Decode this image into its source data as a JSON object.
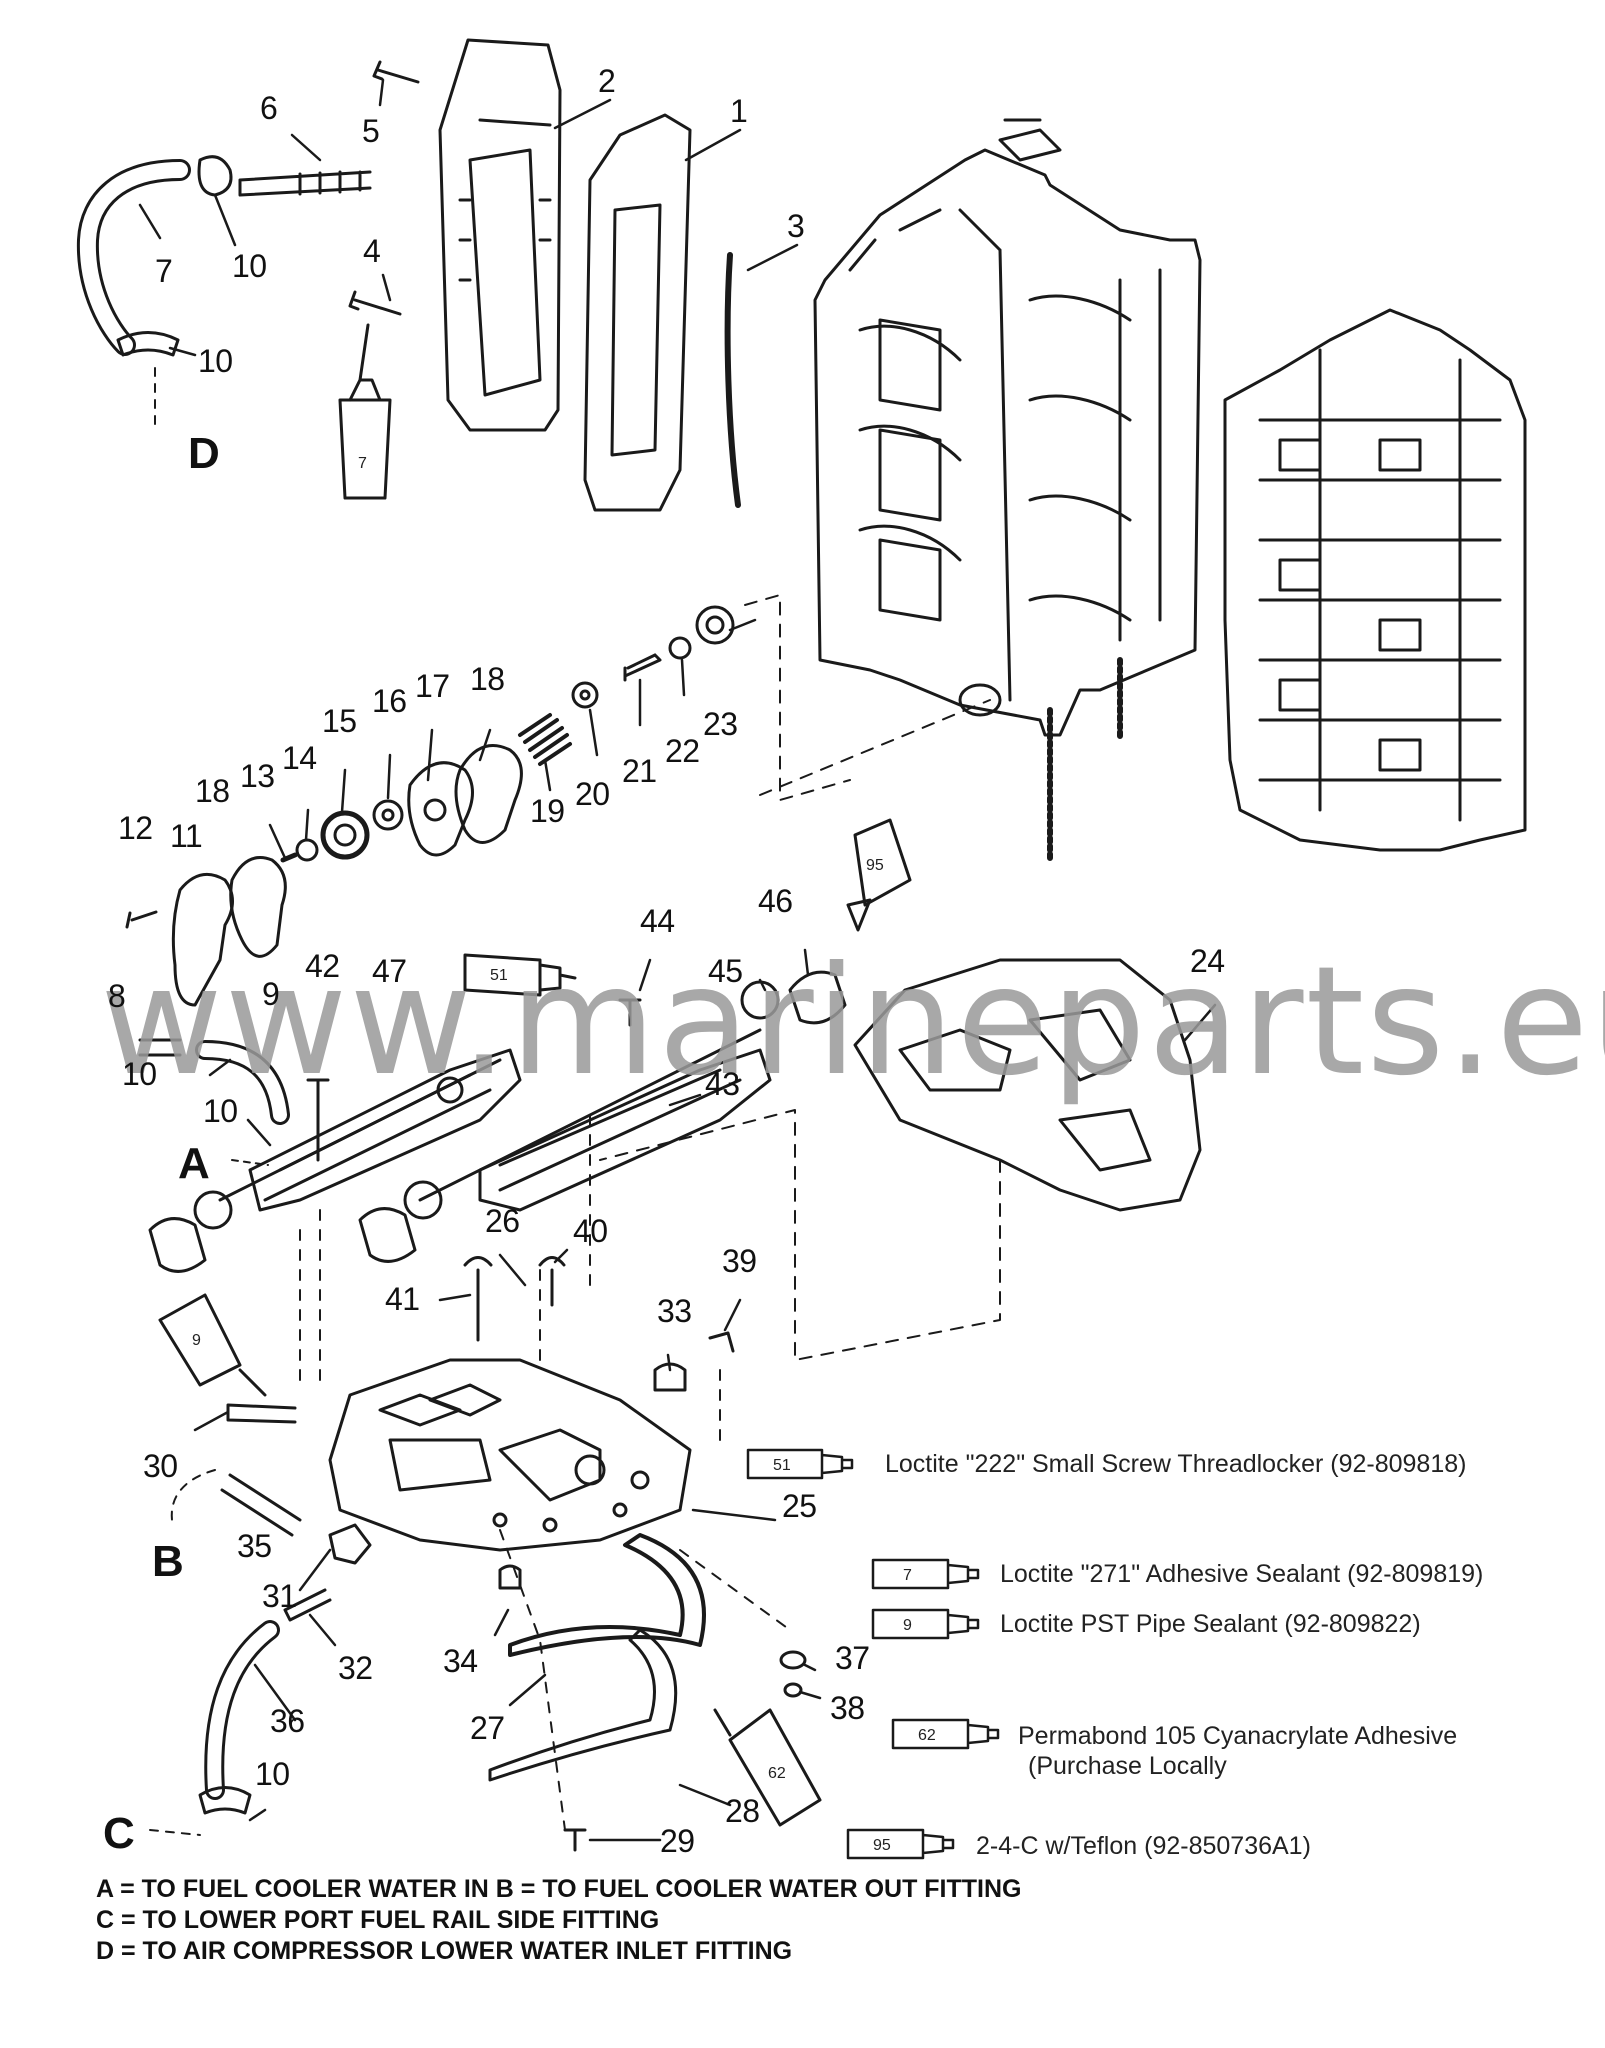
{
  "watermark": "www.marineparts.eu",
  "callouts": [
    {
      "id": "1",
      "text": "1"
    },
    {
      "id": "2",
      "text": "2"
    },
    {
      "id": "3",
      "text": "3"
    },
    {
      "id": "4",
      "text": "4"
    },
    {
      "id": "5",
      "text": "5"
    },
    {
      "id": "6",
      "text": "6"
    },
    {
      "id": "7",
      "text": "7"
    },
    {
      "id": "10a",
      "text": "10"
    },
    {
      "id": "10b",
      "text": "10"
    },
    {
      "id": "11",
      "text": "11"
    },
    {
      "id": "12",
      "text": "12"
    },
    {
      "id": "13",
      "text": "13"
    },
    {
      "id": "14",
      "text": "14"
    },
    {
      "id": "15",
      "text": "15"
    },
    {
      "id": "16",
      "text": "16"
    },
    {
      "id": "17",
      "text": "17"
    },
    {
      "id": "18a",
      "text": "18"
    },
    {
      "id": "18b",
      "text": "18"
    },
    {
      "id": "19",
      "text": "19"
    },
    {
      "id": "20",
      "text": "20"
    },
    {
      "id": "21",
      "text": "21"
    },
    {
      "id": "22",
      "text": "22"
    },
    {
      "id": "23",
      "text": "23"
    },
    {
      "id": "24",
      "text": "24"
    },
    {
      "id": "8",
      "text": "8"
    },
    {
      "id": "9",
      "text": "9"
    },
    {
      "id": "10c",
      "text": "10"
    },
    {
      "id": "10d",
      "text": "10"
    },
    {
      "id": "42",
      "text": "42"
    },
    {
      "id": "47",
      "text": "47"
    },
    {
      "id": "44",
      "text": "44"
    },
    {
      "id": "45",
      "text": "45"
    },
    {
      "id": "46",
      "text": "46"
    },
    {
      "id": "43",
      "text": "43"
    },
    {
      "id": "26",
      "text": "26"
    },
    {
      "id": "40",
      "text": "40"
    },
    {
      "id": "41",
      "text": "41"
    },
    {
      "id": "39",
      "text": "39"
    },
    {
      "id": "33",
      "text": "33"
    },
    {
      "id": "30",
      "text": "30"
    },
    {
      "id": "25",
      "text": "25"
    },
    {
      "id": "35",
      "text": "35"
    },
    {
      "id": "31",
      "text": "31"
    },
    {
      "id": "32",
      "text": "32"
    },
    {
      "id": "34",
      "text": "34"
    },
    {
      "id": "37",
      "text": "37"
    },
    {
      "id": "38",
      "text": "38"
    },
    {
      "id": "27",
      "text": "27"
    },
    {
      "id": "36",
      "text": "36"
    },
    {
      "id": "28",
      "text": "28"
    },
    {
      "id": "10e",
      "text": "10"
    },
    {
      "id": "29",
      "text": "29"
    }
  ],
  "letters": {
    "a": "A",
    "b": "B",
    "c": "C",
    "d": "D"
  },
  "legend": [
    {
      "code": "51",
      "text": "Loctite \"222\" Small Screw Threadlocker  (92-809818)"
    },
    {
      "code": "7",
      "text": "Loctite \"271\" Adhesive Sealant (92-809819)"
    },
    {
      "code": "9",
      "text": "Loctite PST Pipe Sealant (92-809822)"
    },
    {
      "code": "62",
      "text": "Permabond 105 Cyanacrylate Adhesive"
    },
    {
      "code": "62b",
      "text": "(Purchase Locally"
    },
    {
      "code": "95",
      "text": "2-4-C w/Teflon (92-850736A1)"
    }
  ],
  "part_tubes": {
    "t7": "7",
    "t95": "95",
    "t51": "51",
    "t9": "9",
    "t62": "62"
  },
  "notes": [
    "A = TO FUEL COOLER WATER IN      B =  TO FUEL COOLER WATER OUT FITTING",
    "C = TO LOWER PORT FUEL RAIL SIDE FITTING",
    "D = TO AIR COMPRESSOR LOWER WATER INLET FITTING"
  ]
}
